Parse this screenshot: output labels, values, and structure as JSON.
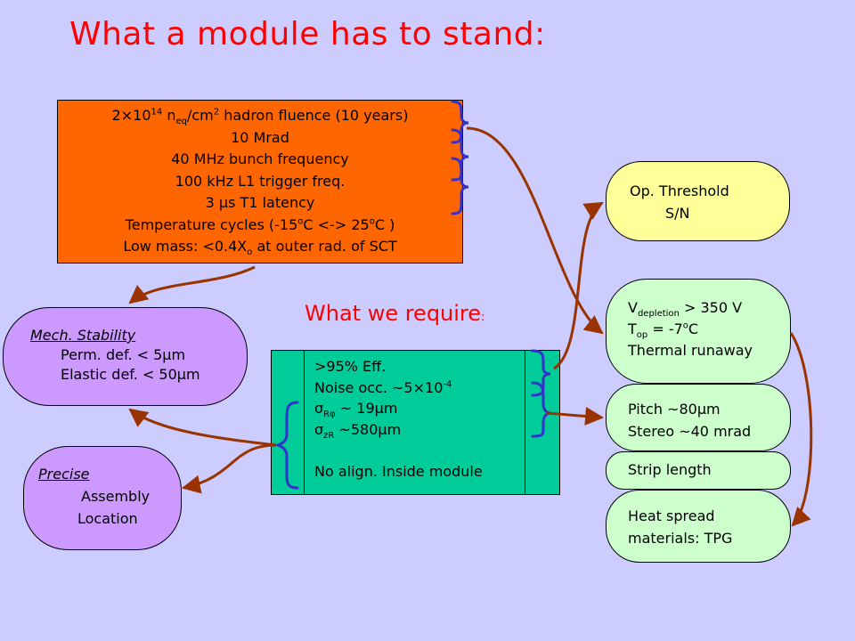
{
  "title": "What a module has to stand:",
  "subtitle": {
    "text": "What we require",
    "colon": ":"
  },
  "requirements": {
    "line1": {
      "pre": "2",
      "times": "×",
      "base": "10",
      "exp": "14",
      "n": " n",
      "eq": "eq",
      "cm": "/cm",
      "two": "2",
      "rest": " hadron fluence (10 years)"
    },
    "line2": "10 Mrad",
    "line3": "40 MHz bunch frequency",
    "line4": "100 kHz L1 trigger freq.",
    "line5": {
      "pre": "3 ",
      "mu": "μ",
      "rest": "s T1 latency"
    },
    "line6": {
      "pre": "Temperature cycles (-15",
      "o1": "o",
      "mid": "C <-> 25",
      "o2": "o",
      "post": "C )"
    },
    "line7": {
      "pre": "Low mass: <0.4X",
      "o": "o",
      "post": " at outer rad. of SCT"
    }
  },
  "mech": {
    "title": "Mech. Stability",
    "perm": {
      "pre": "Perm. def. < 5",
      "mu": "μ",
      "post": "m"
    },
    "elastic": {
      "pre": "Elastic def. < 50",
      "mu": "μ",
      "post": "m"
    }
  },
  "precise": {
    "title": "Precise ",
    "l2": "Assembly",
    "l3": "Location"
  },
  "center": {
    "eff": ">95% Eff.",
    "noise": {
      "pre": "Noise occ.  ~5",
      "times": "×",
      "base": "10",
      "exp": "-4"
    },
    "sigma_rphi": {
      "sigma": "σ",
      "sub": "Rφ",
      "mid": " ~  19",
      "mu": "μ",
      "post": "m"
    },
    "sigma_zr": {
      "sigma": "σ",
      "sub": "zR",
      "mid": " ~580",
      "mu": "μ",
      "post": "m"
    },
    "align": "No align. Inside module"
  },
  "opthr": {
    "l1": "Op. Threshold",
    "l2": "S/N"
  },
  "vdep": {
    "v": {
      "pre": "V",
      "sub": "depletion",
      "post": " > 350 V"
    },
    "t": {
      "pre": "T",
      "sub": "op",
      "mid": " = -7",
      "sup": "o",
      "post": "C"
    },
    "l3": "Thermal runaway"
  },
  "pitch": {
    "l1": {
      "pre": "Pitch ~80",
      "mu": "μ",
      "post": "m"
    },
    "l2": "Stereo ~40 mrad"
  },
  "strip": "Strip length",
  "heat": {
    "l1": "Heat spread",
    "l2": "materials: TPG"
  },
  "colors": {
    "background": "#ccccff",
    "title": "#ff0000",
    "requirements_box": "#ff6600",
    "center_box": "#00cc99",
    "mech_box": "#cc99ff",
    "threshold_box": "#ffff99",
    "green_box": "#ccffcc",
    "brace": "#3333cc",
    "arrow": "#993300"
  }
}
